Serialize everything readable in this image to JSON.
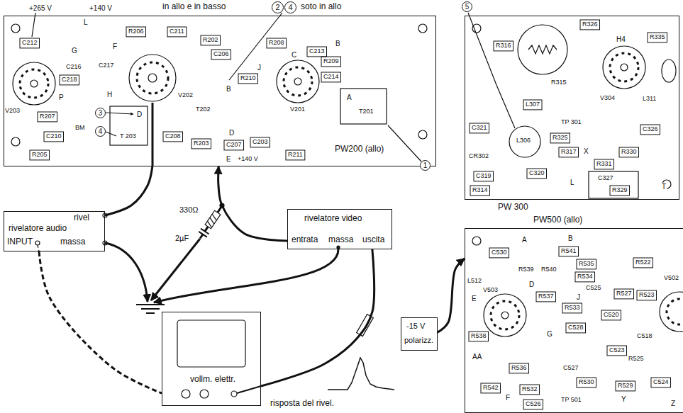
{
  "diagram": {
    "nodes": [
      {
        "text": [
          "PW200 (allo)"
        ]
      },
      {
        "text": [
          "PW 300"
        ]
      },
      {
        "text": [
          "PW500 (allo)"
        ]
      },
      {
        "text": [
          "rivelatore audio",
          "rivel",
          "INPUT",
          "massa"
        ]
      },
      {
        "text": [
          "rivelatore video",
          "entrata",
          "massa",
          "uscita"
        ]
      },
      {
        "text": [
          "vollm. elettr."
        ]
      },
      {
        "text": [
          "-15 V",
          "polarizz."
        ]
      }
    ],
    "edges": [
      {
        "from": 3,
        "to": 0,
        "arrow": "none"
      },
      {
        "from": 4,
        "to": 0,
        "arrow": "to"
      },
      {
        "from": 4,
        "to": 5,
        "arrow": "none"
      },
      {
        "from": 3,
        "to": 5,
        "arrow": "none"
      },
      {
        "from": 6,
        "to": 2,
        "arrow": "to"
      }
    ],
    "labels": [
      "in allo e in basso",
      "2",
      "4",
      "soto in allo",
      "+265 V",
      "+140 V",
      "L",
      "R206",
      "C211",
      "C212",
      "G",
      "F",
      "C216",
      "C217",
      "C218",
      "P",
      "H",
      "V203",
      "R207",
      "C210",
      "BM",
      "R205",
      "3",
      "D",
      "4",
      "T 203",
      "C208",
      "V202",
      "R202",
      "C206",
      "R208",
      "C",
      "C213",
      "B",
      "T202",
      "B",
      "R210",
      "J",
      "R209",
      "C214",
      "V201",
      "A",
      "T201",
      "R203",
      "D",
      "C207",
      "C203",
      "R211",
      "E",
      "+140 V",
      "1",
      "5",
      "R316",
      "R315",
      "R326",
      "H4",
      "R335",
      "TP 301",
      "L307",
      "L311",
      "V304",
      "C321",
      "L306",
      "C326",
      "R325",
      "R317",
      "X",
      "R330",
      "CR302",
      "C319",
      "C320",
      "R314",
      "L",
      "R331",
      "C327",
      "R329",
      "T",
      "L512",
      "E",
      "C530",
      "A",
      "B",
      "R541",
      "R539",
      "R540",
      "R535",
      "R534",
      "R522",
      "V503",
      "D",
      "R537",
      "C525",
      "J",
      "R533",
      "R527",
      "R523",
      "V502",
      "C528",
      "C520",
      "G",
      "R538",
      "AA",
      "R536",
      "C527",
      "C523",
      "C518",
      "R525",
      "R542",
      "F",
      "R532",
      "TP 501",
      "R530",
      "R529",
      "Y",
      "C524",
      "Z",
      "C526",
      "330Ω",
      "2µF",
      "risposta del rivel."
    ]
  }
}
